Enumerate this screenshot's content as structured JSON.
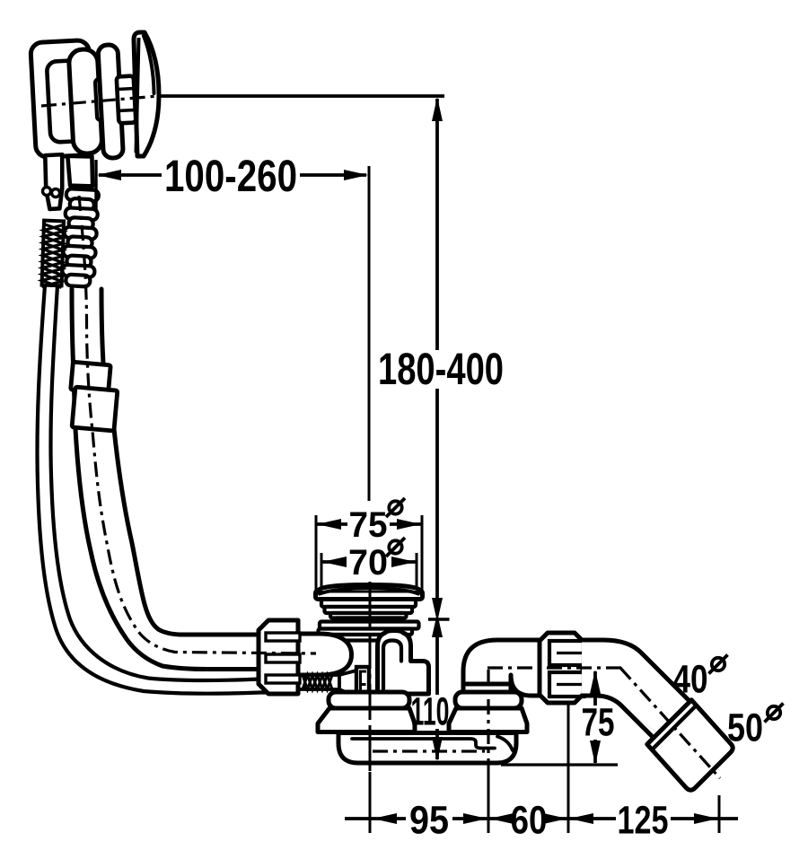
{
  "drawing": {
    "type": "technical-line-drawing",
    "subject": "bath waste and overflow fitting - side view with installation dimensions",
    "background_color": "#ffffff",
    "ink_color": "#000000",
    "units": "mm",
    "diameter_symbol": "ø"
  },
  "labels": {
    "span_horizontal": "100-260",
    "span_vertical": "180-400",
    "plug_diameter": "75",
    "seat_diameter": "70",
    "depth": "110",
    "outlet_height": "75",
    "dim_95": "95",
    "dim_60": "60",
    "dim_125": "125",
    "pipe_diameter": "40",
    "socket_diameter": "50"
  },
  "dimensions_annotated": [
    {
      "value": "100-260",
      "meaning": "adjustable horizontal distance, overflow knob to drain centre"
    },
    {
      "value": "180-400",
      "meaning": "adjustable vertical distance, overflow axis to drain seat plane"
    },
    {
      "value": "75",
      "meaning": "plug cap outer diameter (ø)"
    },
    {
      "value": "70",
      "meaning": "valve seat diameter (ø)"
    },
    {
      "value": "110",
      "meaning": "depth below drain seat plane"
    },
    {
      "value": "75",
      "meaning": "outlet axis to base plane"
    },
    {
      "value": "95",
      "meaning": "drain centre to elbow axis"
    },
    {
      "value": "60",
      "meaning": "elbow axis to outlet bend"
    },
    {
      "value": "125",
      "meaning": "outlet bend to socket end"
    },
    {
      "value": "40",
      "meaning": "outlet pipe diameter (ø)"
    },
    {
      "value": "50",
      "meaning": "outlet socket diameter (ø)"
    }
  ]
}
